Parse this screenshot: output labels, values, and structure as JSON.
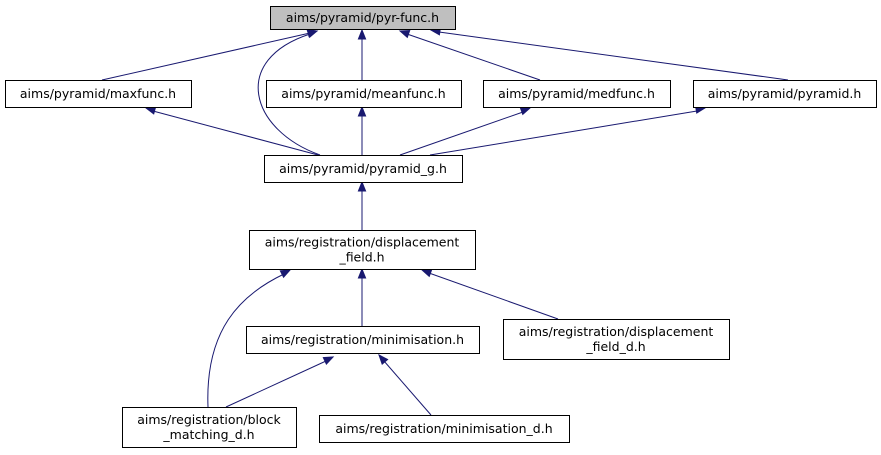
{
  "colors": {
    "edge": "#191970",
    "root_fill": "#bfbfbf",
    "node_fill": "#ffffff",
    "node_border": "#000000"
  },
  "nodes": {
    "pyr_func": {
      "lines": [
        "aims/pyramid/pyr-func.h"
      ]
    },
    "maxfunc": {
      "lines": [
        "aims/pyramid/maxfunc.h"
      ]
    },
    "meanfunc": {
      "lines": [
        "aims/pyramid/meanfunc.h"
      ]
    },
    "medfunc": {
      "lines": [
        "aims/pyramid/medfunc.h"
      ]
    },
    "pyramid": {
      "lines": [
        "aims/pyramid/pyramid.h"
      ]
    },
    "pyramid_g": {
      "lines": [
        "aims/pyramid/pyramid_g.h"
      ]
    },
    "displacement": {
      "lines": [
        "aims/registration/displacement",
        "_field.h"
      ]
    },
    "minimisation": {
      "lines": [
        "aims/registration/minimisation.h"
      ]
    },
    "displacement_d": {
      "lines": [
        "aims/registration/displacement",
        "_field_d.h"
      ]
    },
    "block_matching": {
      "lines": [
        "aims/registration/block",
        "_matching_d.h"
      ]
    },
    "minimisation_d": {
      "lines": [
        "aims/registration/minimisation_d.h"
      ]
    }
  },
  "edges": [
    {
      "from": "maxfunc",
      "to": "pyr_func"
    },
    {
      "from": "pyramid_g",
      "to": "pyr_func"
    },
    {
      "from": "meanfunc",
      "to": "pyr_func"
    },
    {
      "from": "medfunc",
      "to": "pyr_func"
    },
    {
      "from": "pyramid",
      "to": "pyr_func"
    },
    {
      "from": "pyramid_g",
      "to": "maxfunc"
    },
    {
      "from": "pyramid_g",
      "to": "meanfunc"
    },
    {
      "from": "pyramid_g",
      "to": "medfunc"
    },
    {
      "from": "pyramid_g",
      "to": "pyramid"
    },
    {
      "from": "displacement",
      "to": "pyramid_g"
    },
    {
      "from": "minimisation",
      "to": "displacement"
    },
    {
      "from": "displacement_d",
      "to": "displacement"
    },
    {
      "from": "block_matching",
      "to": "displacement"
    },
    {
      "from": "block_matching",
      "to": "minimisation"
    },
    {
      "from": "minimisation_d",
      "to": "minimisation"
    }
  ]
}
